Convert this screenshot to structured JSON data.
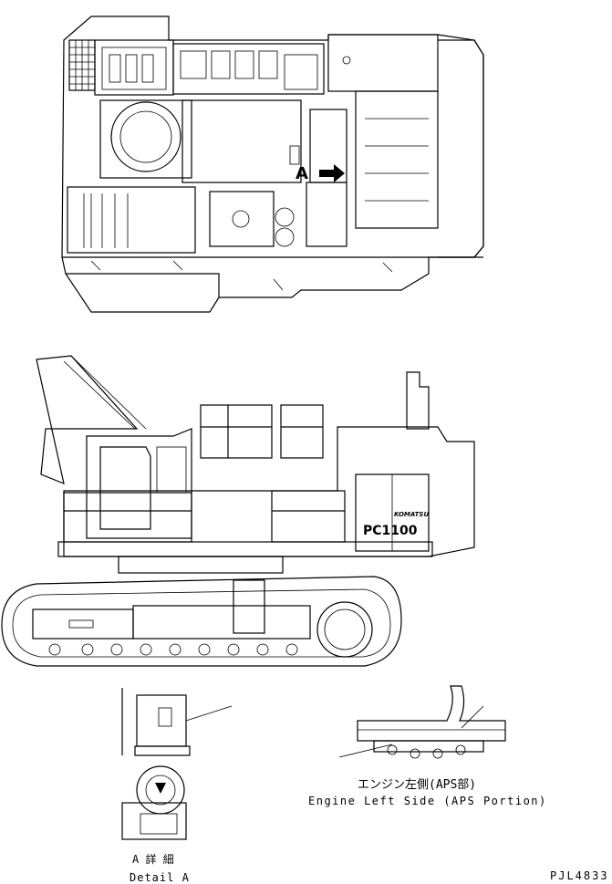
{
  "drawing": {
    "top_view_marker": "A",
    "side_view_model_label": "PC1100",
    "side_view_brand_label": "KOMATSU",
    "engine_view_caption_jp": "エンジン左側(APS部)",
    "engine_view_caption_en": "Engine Left Side (APS Portion)",
    "detail_caption_jp": "A 詳 細",
    "detail_caption_en": "Detail A",
    "drawing_number": "PJL4833"
  }
}
